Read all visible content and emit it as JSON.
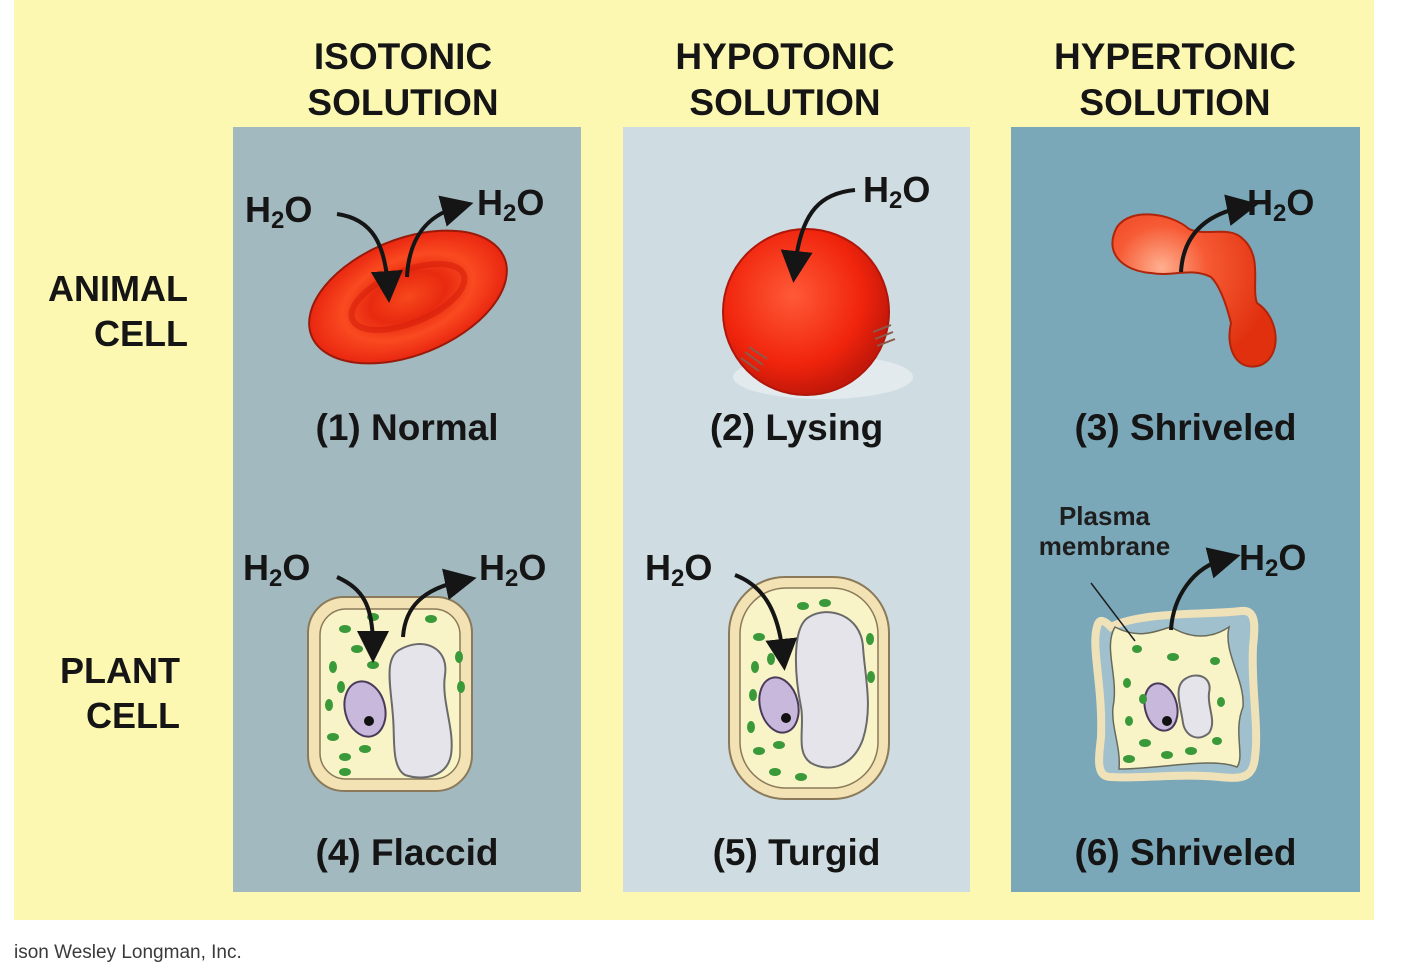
{
  "figure": {
    "columns": [
      {
        "title": "ISOTONIC\nSOLUTION",
        "panel_color": "#a3b9c0"
      },
      {
        "title": "HYPOTONIC\nSOLUTION",
        "panel_color": "#cfdde2"
      },
      {
        "title": "HYPERTONIC\nSOLUTION",
        "panel_color": "#7aa8b8"
      }
    ],
    "rows": [
      {
        "title": "ANIMAL\nCELL"
      },
      {
        "title": "PLANT\nCELL"
      }
    ],
    "water_label": "H",
    "water_sub": "2",
    "water_suffix": "O",
    "cells": [
      {
        "caption": "(1) Normal"
      },
      {
        "caption": "(2) Lysing"
      },
      {
        "caption": "(3) Shriveled"
      },
      {
        "caption": "(4) Flaccid"
      },
      {
        "caption": "(5) Turgid"
      },
      {
        "caption": "(6) Shriveled",
        "annotation": "Plasma\nmembrane"
      }
    ],
    "credit": "ison Wesley Longman, Inc."
  },
  "colors": {
    "background": "#fcf8b2",
    "red_cell": "#f02a10",
    "chloroplast": "#3a9a3a",
    "cell_wall": "#f3e2b4",
    "cytoplasm": "#f8f4c8",
    "vacuole": "#e4e4ea",
    "nucleus": "#c7b8dc"
  }
}
